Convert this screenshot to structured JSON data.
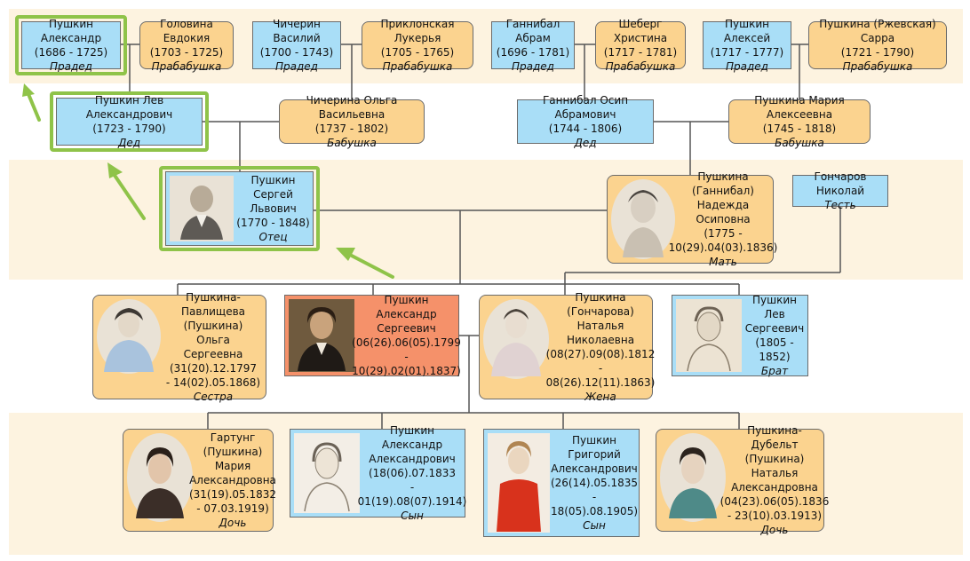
{
  "colors": {
    "male": "#a9def7",
    "female": "#fbd38f",
    "self": "#f5916a",
    "highlight": "#8fc349",
    "band": "#fdf3e0",
    "line": "#555555"
  },
  "nodes": {
    "pushkin_alexander_1686": {
      "lines": [
        "Пушкин Александр",
        "(1686 - 1725)"
      ],
      "relation": "Прадед"
    },
    "golovina": {
      "lines": [
        "Головина Евдокия",
        "(1703 - 1725)"
      ],
      "relation": "Прабабушка"
    },
    "chicherin": {
      "lines": [
        "Чичерин Василий",
        "(1700 - 1743)"
      ],
      "relation": "Прадед"
    },
    "priklonskaya": {
      "lines": [
        "Приклонская Лукерья",
        "(1705 - 1765)"
      ],
      "relation": "Прабабушка"
    },
    "gannibal_abram": {
      "lines": [
        "Ганнибал Абрам",
        "(1696 - 1781)"
      ],
      "relation": "Прадед"
    },
    "sheberg": {
      "lines": [
        "Шеберг Христина",
        "(1717 - 1781)"
      ],
      "relation": "Прабабушка"
    },
    "pushkin_alexey": {
      "lines": [
        "Пушкин Алексей",
        "(1717 - 1777)"
      ],
      "relation": "Прадед"
    },
    "pushkina_sarra": {
      "lines": [
        "Пушкина (Ржевская) Сарра",
        "(1721 - 1790)"
      ],
      "relation": "Прабабушка"
    },
    "pushkin_lev_a": {
      "lines": [
        "Пушкин Лев Александрович",
        "(1723 - 1790)"
      ],
      "relation": "Дед"
    },
    "chicherina_olga": {
      "lines": [
        "Чичерина Ольга Васильевна",
        "(1737 - 1802)"
      ],
      "relation": "Бабушка"
    },
    "gannibal_osip": {
      "lines": [
        "Ганнибал Осип Абрамович",
        "(1744 - 1806)"
      ],
      "relation": "Дед"
    },
    "pushkina_maria_a": {
      "lines": [
        "Пушкина Мария Алексеевна",
        "(1745 - 1818)"
      ],
      "relation": "Бабушка"
    },
    "pushkin_sergey": {
      "lines": [
        "Пушкин Сергей",
        "Львович",
        "(1770 - 1848)"
      ],
      "relation": "Отец"
    },
    "pushkina_nadezhda": {
      "lines": [
        "Пушкина",
        "(Ганнибал)",
        "Надежда Осиповна",
        "(1775 -",
        "10(29).04(03).1836)"
      ],
      "relation": "Мать"
    },
    "goncharov": {
      "lines": [
        "Гончаров Николай"
      ],
      "relation": "Тесть"
    },
    "pavlishcheva": {
      "lines": [
        "Пушкина-Павлищева",
        "(Пушкина)",
        "Ольга",
        "Сергеевна",
        "(31(20).12.1797",
        "- 14(02).05.1868)"
      ],
      "relation": "Сестра"
    },
    "pushkin_as": {
      "lines": [
        "Пушкин",
        "Александр",
        "Сергеевич",
        "(06(26).06(05).1799",
        "- 10(29).02(01).1837)"
      ],
      "relation": ""
    },
    "goncharova": {
      "lines": [
        "Пушкина",
        "(Гончарова)",
        "Наталья",
        "Николаевна",
        "(08(27).09(08).1812",
        "- 08(26).12(11).1863)"
      ],
      "relation": "Жена"
    },
    "pushkin_lev_s": {
      "lines": [
        "Пушкин Лев",
        "Сергеевич",
        "(1805 - 1852)"
      ],
      "relation": "Брат"
    },
    "gartung": {
      "lines": [
        "Гартунг",
        "(Пушкина)",
        "Мария",
        "Александровна",
        "(31(19).05.1832",
        "- 07.03.1919)"
      ],
      "relation": "Дочь"
    },
    "pushkin_aa": {
      "lines": [
        "Пушкин",
        "Александр",
        "Александрович",
        "(18(06).07.1833",
        "- 01(19).08(07).1914)"
      ],
      "relation": "Сын"
    },
    "pushkin_ga": {
      "lines": [
        "Пушкин",
        "Григорий",
        "Александрович",
        "(26(14).05.1835",
        "- 18(05).08.1905)"
      ],
      "relation": "Сын"
    },
    "dubelt": {
      "lines": [
        "Пушкина-Дубельт",
        "(Пушкина)",
        "Наталья",
        "Александровна",
        "(04(23).06(05).1836",
        "- 23(10).03.1913)"
      ],
      "relation": "Дочь"
    }
  }
}
